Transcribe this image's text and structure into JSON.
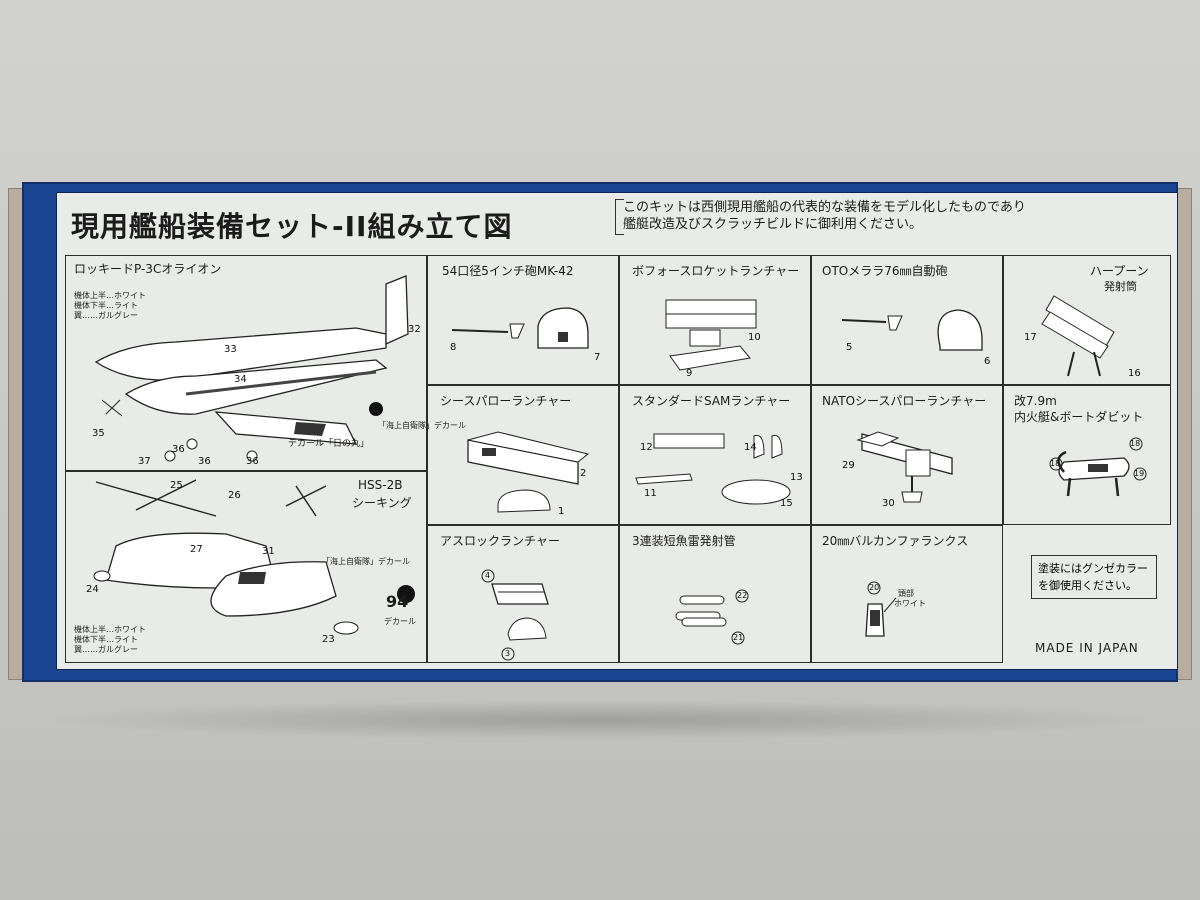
{
  "title": "現用艦船装備セット-II組み立て図",
  "note": [
    "このキットは西側現用艦船の代表的な装備をモデル化したものであり",
    "艦艇改造及びスクラッチビルドに御利用ください。"
  ],
  "aircraft": {
    "p3c": {
      "label": "ロッキードP-3Cオライオン",
      "colors": [
        "機体上半…ホワイト",
        "機体下半…ライト",
        "翼……ガルグレー"
      ],
      "parts": [
        "32",
        "33",
        "34",
        "35",
        "36",
        "36",
        "37",
        "36"
      ],
      "decal_label": "「海上自衛隊」デカール",
      "decal_label2": "デカール「日の丸」"
    },
    "hss2b": {
      "label1": "HSS-2B",
      "label2": "シーキング",
      "colors": [
        "機体上半…ホワイト",
        "機体下半…ライト",
        "翼……ガルグレー"
      ],
      "parts": [
        "25",
        "26",
        "27",
        "31",
        "24",
        "23"
      ],
      "decal_label": "「海上自衛隊」デカール",
      "decal_number": "94",
      "decal_label2": "デカール"
    }
  },
  "cells": [
    {
      "label": "54口径5インチ砲MK-42",
      "parts": [
        "8",
        "7"
      ]
    },
    {
      "label": "ボフォースロケットランチャー",
      "parts": [
        "10",
        "9"
      ]
    },
    {
      "label": "OTOメララ76㎜自動砲",
      "parts": [
        "5",
        "6"
      ]
    },
    {
      "label": "ハープーン",
      "label2": "発射筒",
      "parts": [
        "17",
        "16"
      ]
    },
    {
      "label": "シースパローランチャー",
      "parts": [
        "2",
        "1"
      ]
    },
    {
      "label": "スタンダードSAMランチャー",
      "parts": [
        "12",
        "14",
        "13",
        "11",
        "15"
      ]
    },
    {
      "label": "NATOシースパローランチャー",
      "parts": [
        "29",
        "30"
      ]
    },
    {
      "label": "改7.9m",
      "label2": "内火艇&ボートダビット",
      "parts": [
        "18",
        "18",
        "19"
      ]
    },
    {
      "label": "アスロックランチャー",
      "parts": [
        "4",
        "3"
      ]
    },
    {
      "label": "3連装短魚雷発射管",
      "parts": [
        "22",
        "21"
      ]
    },
    {
      "label": "20㎜バルカンファランクス",
      "parts": [
        "20"
      ],
      "sub": [
        "頭部",
        "ホワイト"
      ]
    }
  ],
  "paint_note": [
    "塗装にはグンゼカラー",
    "を御使用ください。"
  ],
  "made_in": "MADE IN JAPAN"
}
